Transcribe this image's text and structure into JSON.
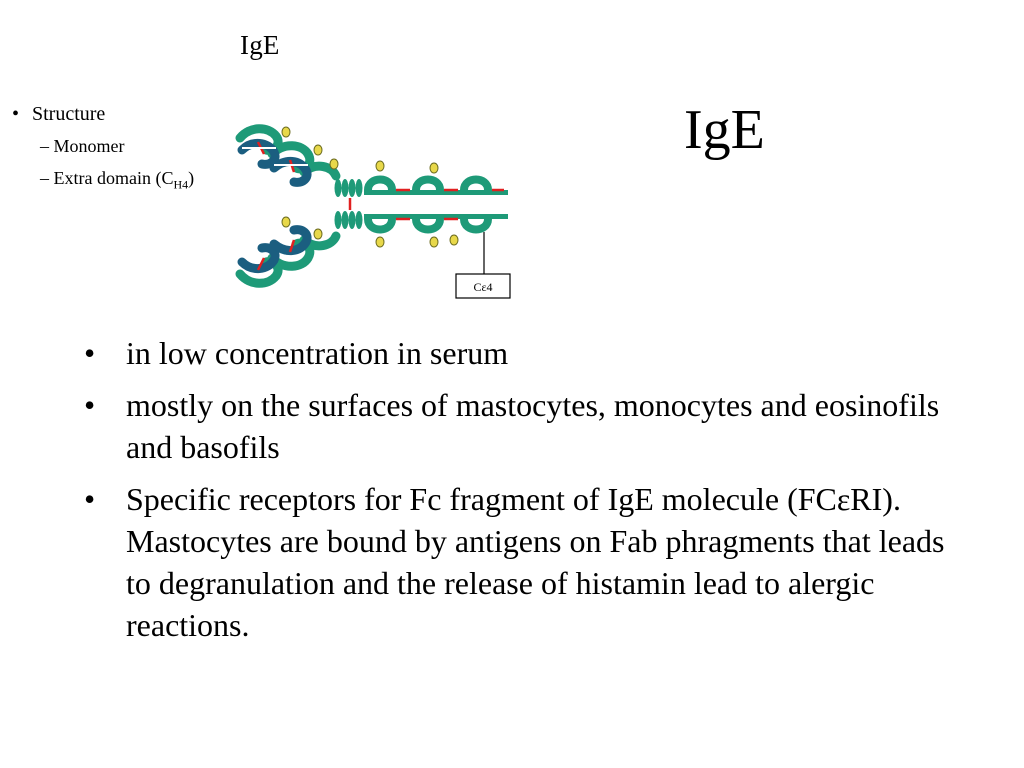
{
  "figure": {
    "title": "IgE",
    "structure_label": "Structure",
    "sub_items": [
      "– Monomer",
      "– Extra domain (C",
      "H4",
      ")"
    ],
    "box_label": "Cε4"
  },
  "slide": {
    "title": "IgE",
    "bullets": [
      "in low concentration in serum",
      "mostly on the surfaces of mastocytes, monocytes and eosinofils and basofils",
      "Specific receptors for Fc fragment of IgE molecule (FCεRI). Mastocytes are bound by antigens on  Fab phragments that leads to degranulation and the release of histamin lead to alergic reactions."
    ]
  },
  "colors": {
    "heavy_chain": "#1e9a78",
    "light_chain": "#1b5e80",
    "disulfide": "#e02020",
    "carbohydrate": "#e8d84a"
  }
}
